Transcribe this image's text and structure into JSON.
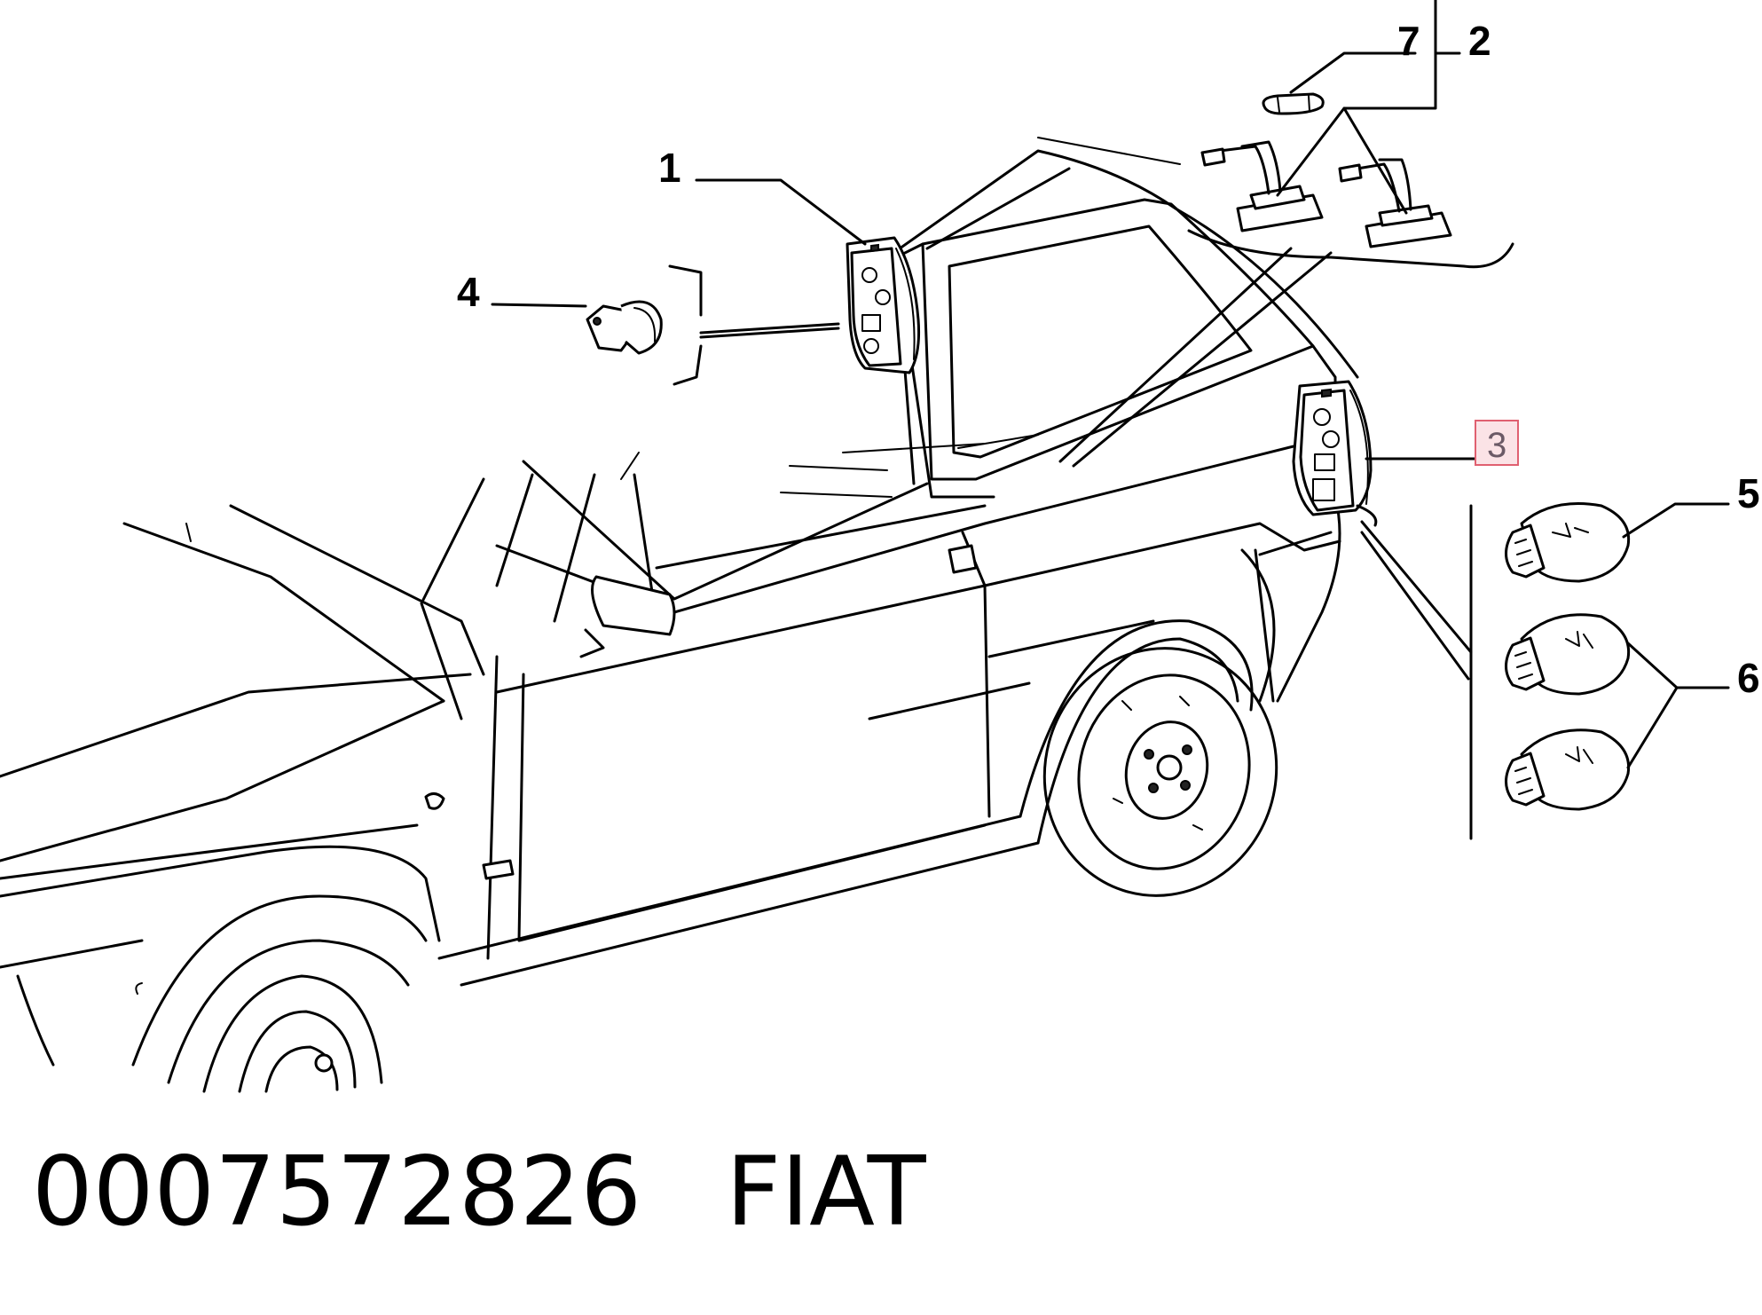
{
  "diagram": {
    "callouts": {
      "c1": "1",
      "c2": "2",
      "c3": "3",
      "c4": "4",
      "c5": "5",
      "c6": "6",
      "c7": "7"
    },
    "highlight_color": "#e06070"
  },
  "caption": {
    "part_number": "0007572826",
    "brand": "FIAT"
  }
}
